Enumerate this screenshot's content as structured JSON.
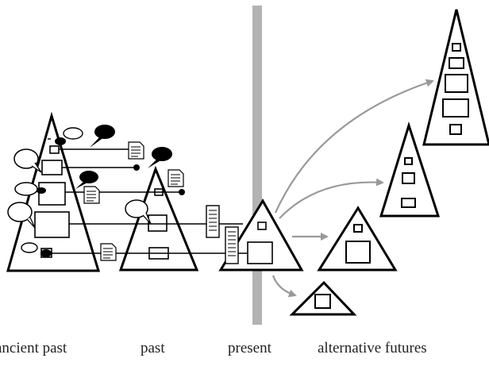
{
  "labels": {
    "ancient_past": "ancient past",
    "past": "past",
    "present": "present",
    "alternative_futures": "alternative futures"
  },
  "colors": {
    "present_bar": "#b3b3b3",
    "arrows": "#9a9a9a",
    "shapes": "#000000"
  }
}
